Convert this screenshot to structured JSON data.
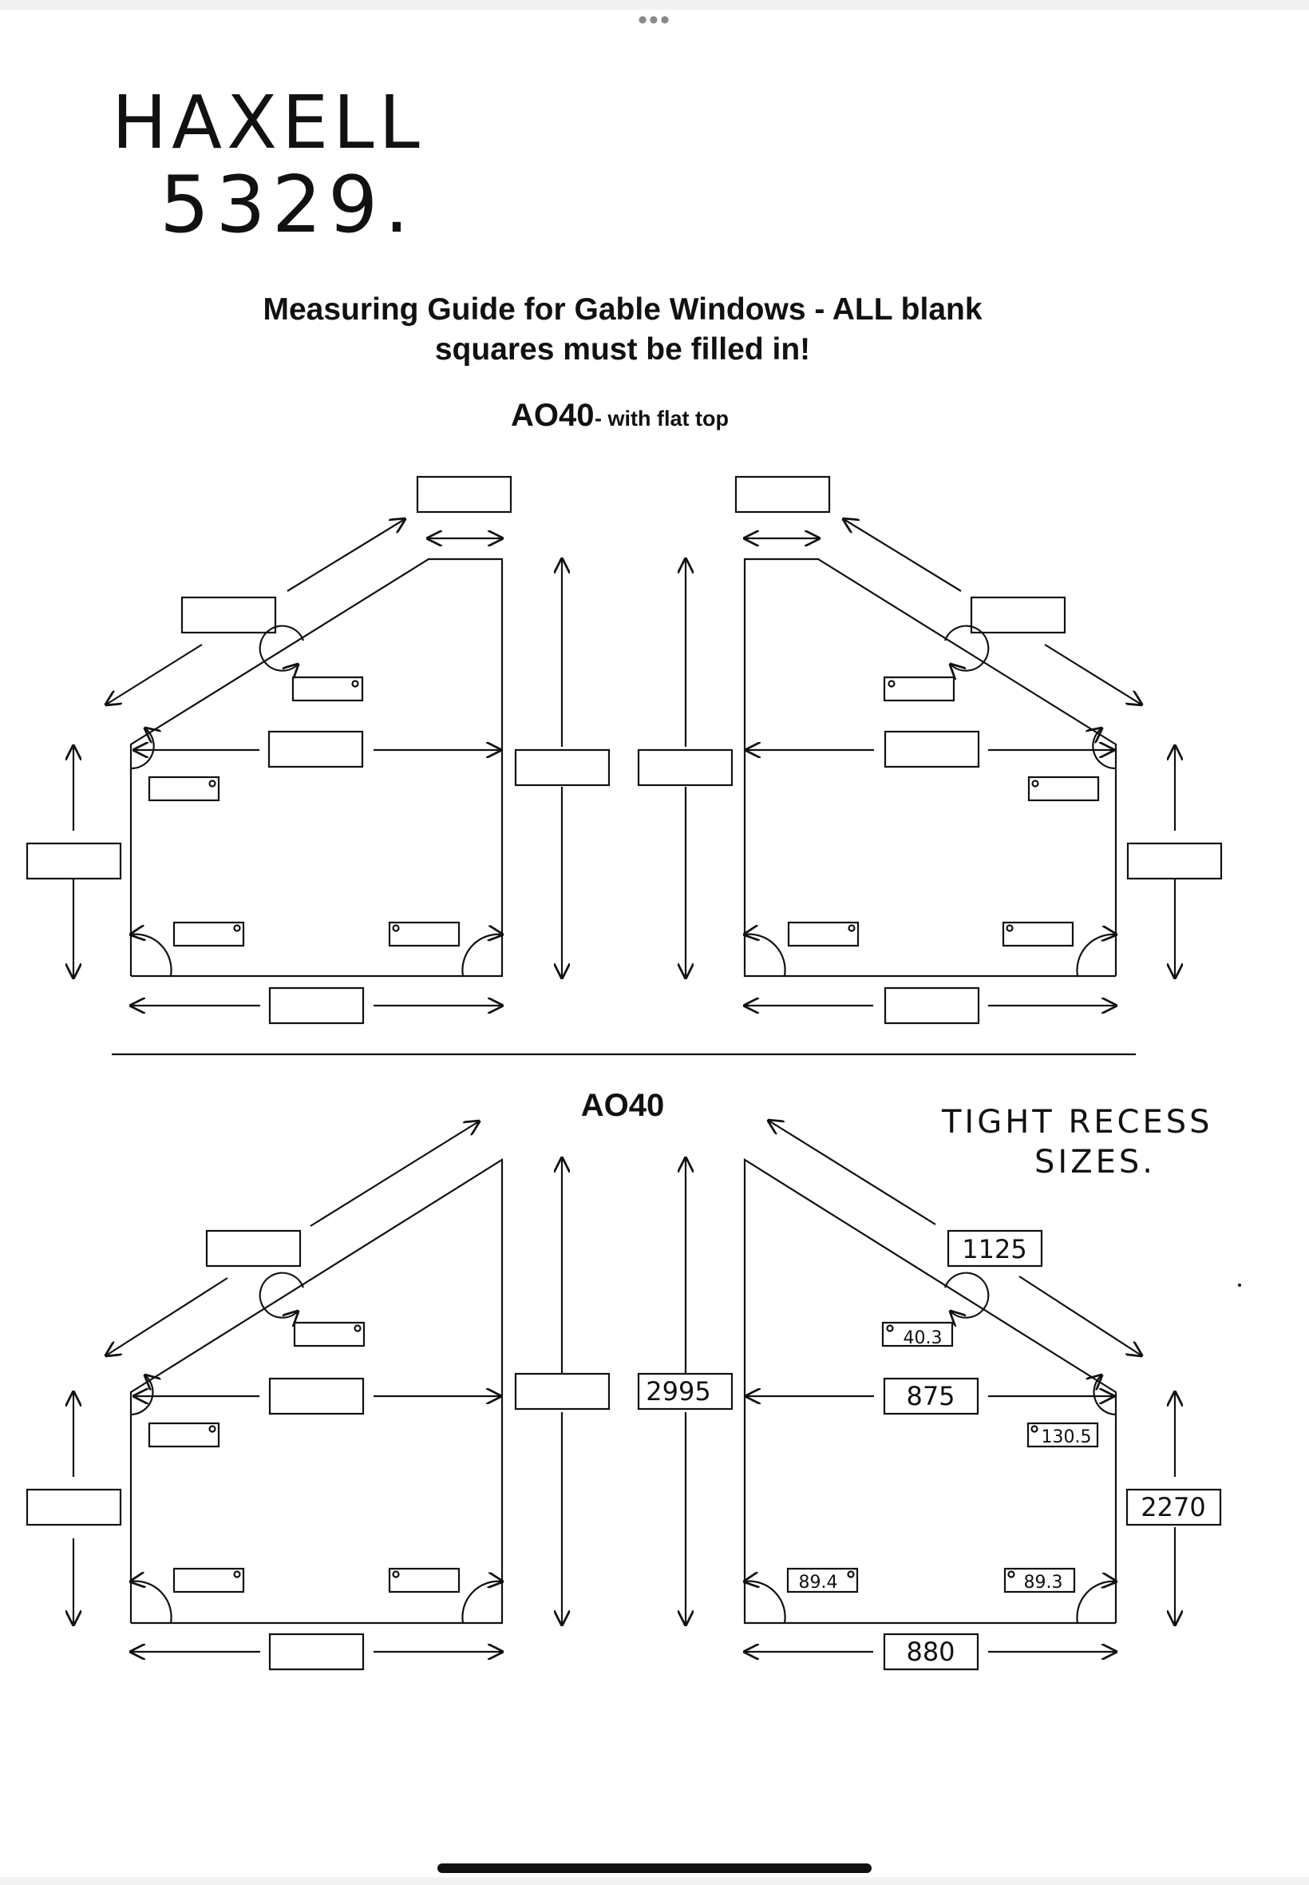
{
  "app": {
    "more_menu_icon": "ellipsis-icon",
    "home_indicator": "home-indicator"
  },
  "handwritten": {
    "customer_name": "HAXELL",
    "job_number": "5329.",
    "note_line1": "TIGHT RECESS",
    "note_line2": "SIZES."
  },
  "guide": {
    "title_line1": "Measuring Guide for Gable Windows - ALL blank",
    "title_line2": "squares must be filled in!",
    "top_model": "AO40",
    "top_model_suffix": " - with flat top",
    "bottom_model": "AO40"
  },
  "window_bottom_right": {
    "sloped_edge": "1125",
    "top_angle": "40.3",
    "middle_width": "875",
    "shoulder_angle": "130.5",
    "right_height": "2270",
    "bottom_left_angle": "89.4",
    "bottom_right_angle": "89.3",
    "bottom_width": "880",
    "total_height": "2995"
  },
  "colors": {
    "ink": "#111111",
    "background": "#ffffff",
    "chrome": "#f1f1f1",
    "dots": "#8a8a8a"
  }
}
